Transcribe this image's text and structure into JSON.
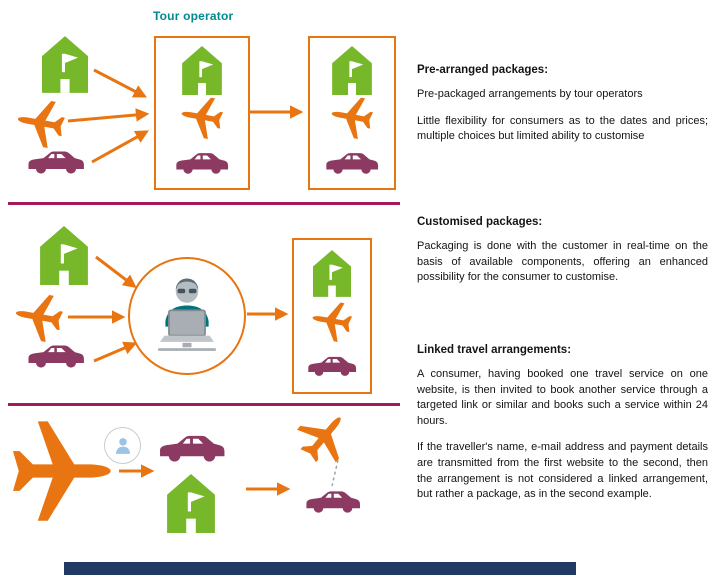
{
  "diagram": {
    "tour_operator_label": "Tour operator",
    "icons": {
      "hotel": "hotel-icon",
      "plane": "plane-icon",
      "car": "car-icon",
      "agent": "person-at-laptop-icon",
      "consumer": "person-icon"
    },
    "colors": {
      "hotel_green": "#76b82a",
      "plane_orange": "#e87511",
      "car_plum": "#8d3a62",
      "divider_magenta": "#a3195b",
      "label_teal": "#008a8f",
      "consumer_blue": "#9dc3e6",
      "footer_navy": "#203a64"
    }
  },
  "sections": [
    {
      "heading": "Pre-arranged packages:",
      "paragraphs": [
        "Pre-packaged arrangements by tour operators",
        "Little flexibility for consumers as to the dates and prices; multiple choices but limited ability to customise"
      ],
      "flow": [
        "hotel",
        "plane",
        "car",
        "tour-operator-box",
        "package-box"
      ]
    },
    {
      "heading": "Customised packages:",
      "paragraphs": [
        "Packaging is done with the customer in real-time on the basis of available components, offering an enhanced possibility for the consumer to customise."
      ],
      "flow": [
        "hotel",
        "plane",
        "car",
        "agent-circle",
        "package-box"
      ]
    },
    {
      "heading": "Linked travel arrangements:",
      "paragraphs": [
        "A consumer, having booked one travel service on one website, is then invited to book another service through a targeted link or similar and books such a service within 24 hours.",
        "If the traveller's name, e-mail address and payment details are transmitted from the first website to the second, then the arrangement is not considered a linked arrangement, but rather a package, as in the second example."
      ],
      "flow": [
        "plane",
        "consumer",
        "car",
        "hotel",
        "plane",
        "car"
      ]
    }
  ]
}
